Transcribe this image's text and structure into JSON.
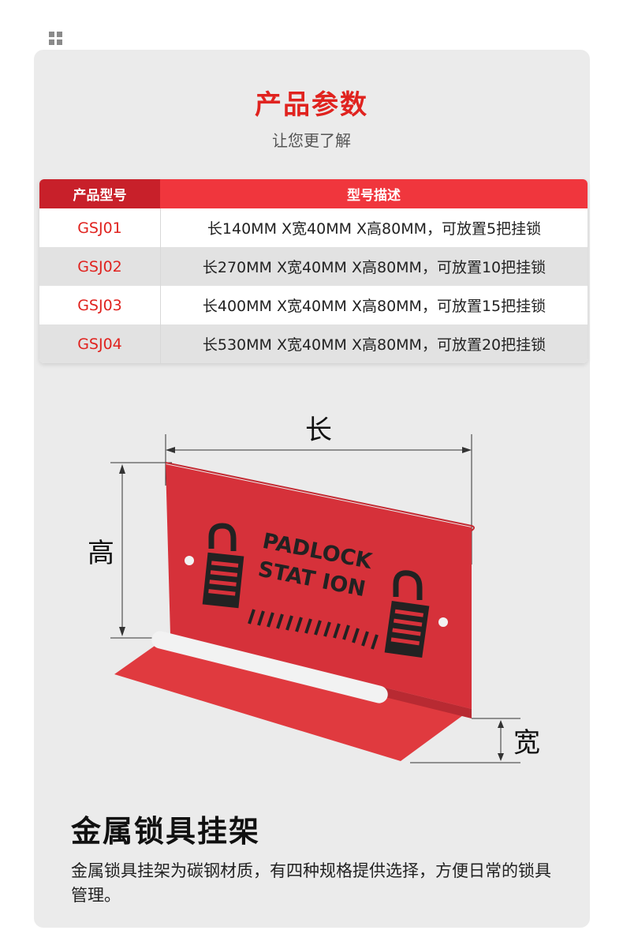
{
  "header": {
    "title": "产品参数",
    "subtitle": "让您更了解"
  },
  "table": {
    "headers": [
      "产品型号",
      "型号描述"
    ],
    "rows": [
      {
        "model": "GSJ01",
        "desc": "长140MM X宽40MM X高80MM，可放置5把挂锁"
      },
      {
        "model": "GSJ02",
        "desc": "长270MM X宽40MM X高80MM，可放置10把挂锁"
      },
      {
        "model": "GSJ03",
        "desc": "长400MM X宽40MM X高80MM，可放置15把挂锁"
      },
      {
        "model": "GSJ04",
        "desc": "长530MM X宽40MM X高80MM，可放置20把挂锁"
      }
    ]
  },
  "diagram": {
    "length_label": "长",
    "height_label": "高",
    "width_label": "宽",
    "plate_text_line1": "PADLOCK",
    "plate_text_line2": "STAT ION"
  },
  "product": {
    "name": "金属锁具挂架",
    "description": "金属锁具挂架为碳钢材质，有四种规格提供选择，方便日常的锁具管理。"
  },
  "colors": {
    "accent": "#e0231f",
    "header_dark": "#c8202a",
    "header_light": "#f0363d",
    "product_red": "#e03a3f",
    "card_bg": "#ebebeb"
  },
  "icons": {
    "corner": "grid-icon",
    "padlock": "padlock-icon"
  }
}
